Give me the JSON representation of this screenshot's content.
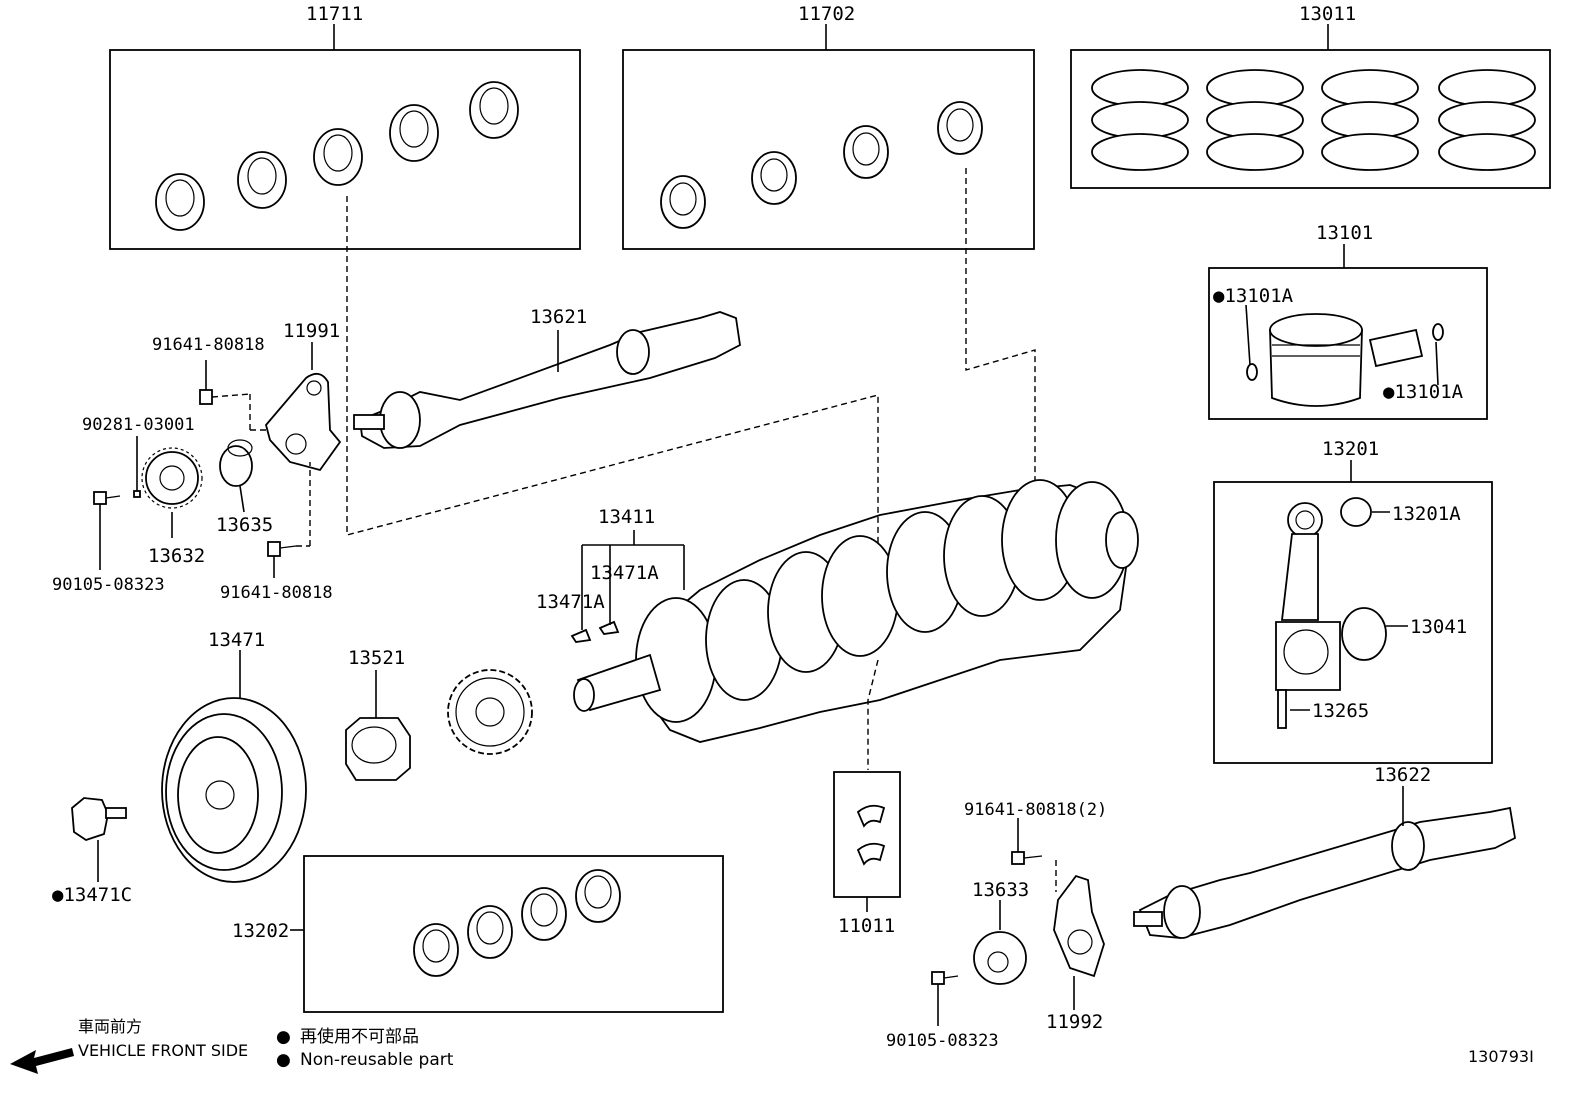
{
  "labels": {
    "p11711": "11711",
    "p11702": "11702",
    "p13011": "13011",
    "p13101": "13101",
    "p13101A_top": "●13101A",
    "p13101A_bot": "●13101A",
    "p13201": "13201",
    "p13201A": "13201A",
    "p13041": "13041",
    "p13265": "13265",
    "p13621": "13621",
    "p13622": "13622",
    "p11991": "11991",
    "p11992": "11992",
    "p91641_a": "91641-80818",
    "p91641_b": "91641-80818",
    "p91641_c": "91641-80818(2)",
    "p90281": "90281-03001",
    "p90105_a": "90105-08323",
    "p90105_b": "90105-08323",
    "p13632": "13632",
    "p13635": "13635",
    "p13633": "13633",
    "p13411": "13411",
    "p13471A_a": "13471A",
    "p13471A_b": "13471A",
    "p13471": "13471",
    "p13521": "13521",
    "p13471C": "●13471C",
    "p13202": "13202",
    "p11011": "11011"
  },
  "notes": {
    "front_jp": "車両前方",
    "front_en": "VEHICLE FRONT SIDE",
    "nonreuse_jp": "再使用不可部品",
    "nonreuse_en": "Non-reusable part",
    "bullet": "●"
  },
  "figure_id": "130793I"
}
